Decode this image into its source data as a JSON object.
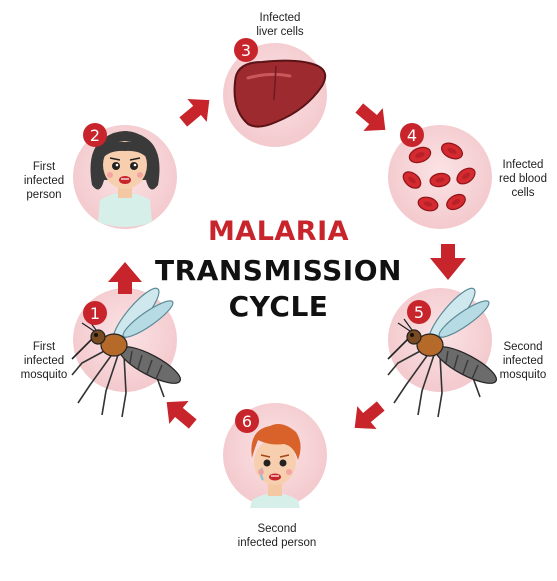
{
  "title": {
    "line1": "MALARIA",
    "line2": "TRANSMISSION",
    "line3": "CYCLE"
  },
  "steps": [
    {
      "number": "1",
      "label": "First\ninfected\nmosquito",
      "icon": "mosquito-icon"
    },
    {
      "number": "2",
      "label": "First\ninfected\nperson",
      "icon": "girl-face-icon"
    },
    {
      "number": "3",
      "label": "Infected\nliver cells",
      "icon": "liver-icon"
    },
    {
      "number": "4",
      "label": "Infected\nred blood\ncells",
      "icon": "red-blood-cells-icon"
    },
    {
      "number": "5",
      "label": "Second\ninfected\nmosquito",
      "icon": "mosquito-icon"
    },
    {
      "number": "6",
      "label": "Second\ninfected person",
      "icon": "boy-face-icon"
    }
  ],
  "colors": {
    "accent": "#c7252b",
    "circle": "#f5d0d3",
    "title_dark": "#111111"
  }
}
